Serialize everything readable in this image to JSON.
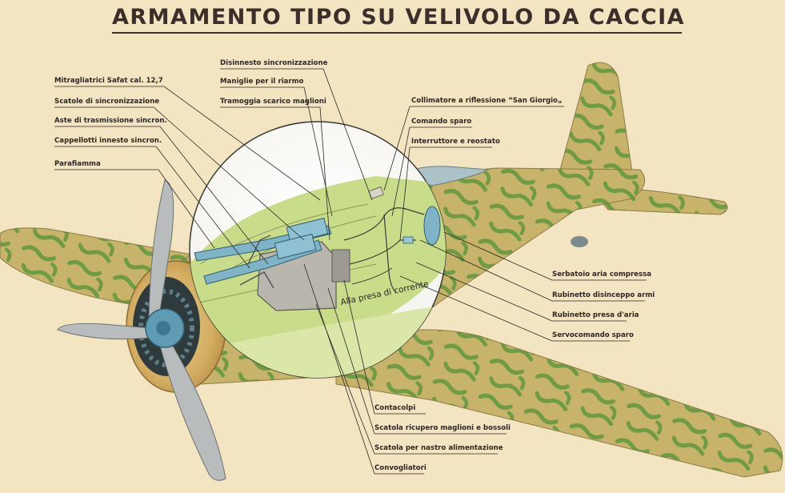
{
  "title": "ARMAMENTO TIPO SU VELIVOLO DA CACCIA",
  "left_labels": [
    "Mitragliatrici Safat cal. 12,7",
    "Scatole di sincronizzazione",
    "Aste di trasmissione sincron.",
    "Cappellotti innesto sincron.",
    "Parafiamma"
  ],
  "top_labels": [
    "Disinnesto sincronizzazione",
    "Maniglie per il riarmo",
    "Tramoggia scarico maglioni"
  ],
  "upper_right_labels": [
    "Collimatore a riflessione “San Giorgio„",
    "Comando sparo",
    "Interruttore e reostato"
  ],
  "right_labels": [
    "Serbatoio aria compressa",
    "Rubinetto disinceppo armi",
    "Rubinetto presa d'aria",
    "Servocomando sparo"
  ],
  "bottom_labels": [
    "Contacolpi",
    "Scatola ricupero maglioni e bossoli",
    "Scatola per nastro alimentazione",
    "Convogliatori"
  ],
  "inset_text": "Alla presa di corrente",
  "colors": {
    "background": "#f3e4c2",
    "camo_base": "#c7b46a",
    "camo_green": "#6f9b45",
    "cutaway_fill": "#c9dc8a",
    "gun_blue": "#7fb4c8",
    "ink": "#2e2724"
  }
}
